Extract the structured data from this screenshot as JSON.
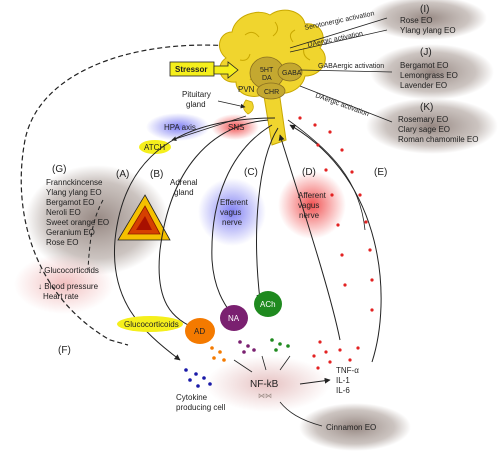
{
  "stressor": "Stressor",
  "pvn": "PVN",
  "brain": {
    "ht_da": [
      "5HT",
      "DA"
    ],
    "gaba": "GABA",
    "chr": "CHR"
  },
  "pituitary": [
    "Pituitary",
    "gland"
  ],
  "hpa_axis": "HPA axis",
  "sns": "SNS",
  "atch": "ATCH",
  "adrenal": [
    "Adrenal",
    "gland"
  ],
  "efferent": [
    "Efferent",
    "vagus",
    "nerve"
  ],
  "afferent": [
    "Afferent",
    "vagus",
    "nerve"
  ],
  "glucocorticoids_label": "Glucocorticoids",
  "ad": "AD",
  "na": "NA",
  "ach": "ACh",
  "nfkb": "NF-kB",
  "cytokine_cell": [
    "Cytokine",
    "producing cell"
  ],
  "cytokines": [
    "TNF-α",
    "IL-1",
    "IL-6"
  ],
  "cinnamon": "Cinnamon EO",
  "letters": {
    "A": "(A)",
    "B": "(B)",
    "C": "(C)",
    "D": "(D)",
    "E": "(E)",
    "F": "(F)",
    "G": "(G)",
    "I": "(I)",
    "J": "(J)",
    "K": "(K)"
  },
  "pathways": {
    "serotonergic": "Serotonergic activation",
    "daergic_top": "DAergic activation",
    "gabaergic": "GABAergic activation",
    "daergic_bottom": "DAergic  activation"
  },
  "group_I": [
    "Rose EO",
    "Ylang ylang EO"
  ],
  "group_J": [
    "Bergamot EO",
    "Lemongrass EO",
    "Lavender EO"
  ],
  "group_K": [
    "Rosemary EO",
    "Clary sage EO",
    "Roman chamomile EO"
  ],
  "group_G": [
    "Frannckincense",
    "Ylang ylang EO",
    "Bergamot EO",
    "Neroli EO",
    "Sweet orange EO",
    "Geranium EO",
    "Rose EO"
  ],
  "effects": {
    "gluco": "Glucocorticoids",
    "bp": "Blood pressure",
    "hr": "Heart rate"
  },
  "colors": {
    "brain": "#f0d52e",
    "stressor": "#f5ef1c",
    "blue_glow": "#8c8cf0",
    "red_glow": "#f26060",
    "brown_glow": "#9a8a84",
    "ad": "#f47a00",
    "na": "#7a2070",
    "ach": "#1f8a1f",
    "atch": "#f5ef1c",
    "gluco_box": "#f5ef1c",
    "nfkb_glow": "#e8c8c8",
    "dots_red": "#e32222"
  }
}
